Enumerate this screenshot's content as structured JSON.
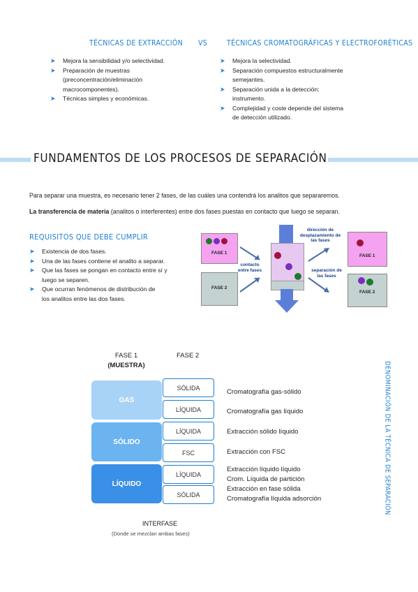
{
  "top": {
    "left_title": "Técnicas de extracción",
    "vs": "VS",
    "right_title": "Técnicas cromatográficas y electroforéticas",
    "left_items": [
      "Mejora la sensibilidad y/o selectividad.",
      "Preparación de muestras",
      "(preconcentración/eliminación",
      "macrocomponentes).",
      "Técnicas simples y económicas."
    ],
    "right_items": [
      "Mejora la selectividad.",
      "Separación compuestos estructuralmente",
      "semejantes.",
      "Separación unida a la detección:",
      "instrumento.",
      "Complejidad y coste depende del sistema",
      "de detección utilizado."
    ]
  },
  "section": {
    "title": "Fundamentos de los procesos de separación",
    "para1": "Para separar una muestra, es necesario tener 2 fases, de las cuáles una contendrá los analitos que separaremos.",
    "para2_bold": "La transferencia de materia",
    "para2_rest": " (analitos o interferentes) entre dos fases puestas en contacto que luego se separan."
  },
  "requisitos": {
    "title": "Requisitos que debe cumplir",
    "items": [
      "Existencia de dos fases.",
      "Una de las fases contiene el analito a separar.",
      "Que las fases se pongan en contacto entre sí y",
      "luego se separen.",
      "Que ocurran fenómenos de distribución de",
      "los analitos entre las dos fases."
    ]
  },
  "diagram": {
    "fase1": "FASE 1",
    "fase2": "FASE 2",
    "direccion": "dirección de desplazamiento de las fases",
    "contacto": "contacto entre fases",
    "separacion": "separación de las fases",
    "fase1_right": "FASE 1",
    "fase2_right": "FASE 2",
    "colors": {
      "pink": "#f5a3f0",
      "grey": "#c5d2d2",
      "blue_arrow": "#5b7fd8",
      "center": "#e6c8f0"
    }
  },
  "table": {
    "fase1_header": "FASE 1",
    "fase1_sub": "(MUESTRA)",
    "fase2_header": "FASE 2",
    "phases": [
      {
        "label": "GAS",
        "color": "#a8d3f7"
      },
      {
        "label": "SÓLIDO",
        "color": "#6cb4f0"
      },
      {
        "label": "LÍQUIDO",
        "color": "#3a8fe6"
      }
    ],
    "cells": [
      "SÓLIDA",
      "LÍQUIDA",
      "LÍQUIDA",
      "FSC",
      "LÍQUIDA",
      "SÓLIDA"
    ],
    "techniques": [
      "Cromatografía gas-sólido",
      "Cromatografía gas líquido",
      "Extracción sólido líquido",
      "Extracción con FSC",
      "Extracción líquido líquido",
      "Crom. Líquida de partición",
      "Extracción en fase sólida",
      "Cromatografía líquida adsorción"
    ],
    "interfase": "INTERFASE",
    "interfase_note": "(Donde se mezclan ambas fases)",
    "vertical_label": "Denominación de la técnica de separación"
  }
}
